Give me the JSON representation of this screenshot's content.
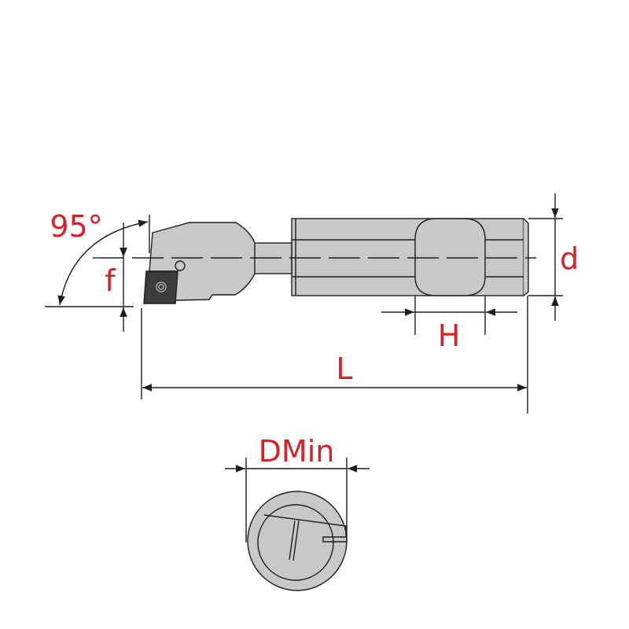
{
  "labels": {
    "angle": "95°",
    "f": "f",
    "d": "d",
    "H": "H",
    "L": "L",
    "dmin": "DMin"
  },
  "colors": {
    "body": "#c8c8c8",
    "insert": "#3c3c3c",
    "line": "#1e1e1e",
    "label": "#d7222a"
  }
}
